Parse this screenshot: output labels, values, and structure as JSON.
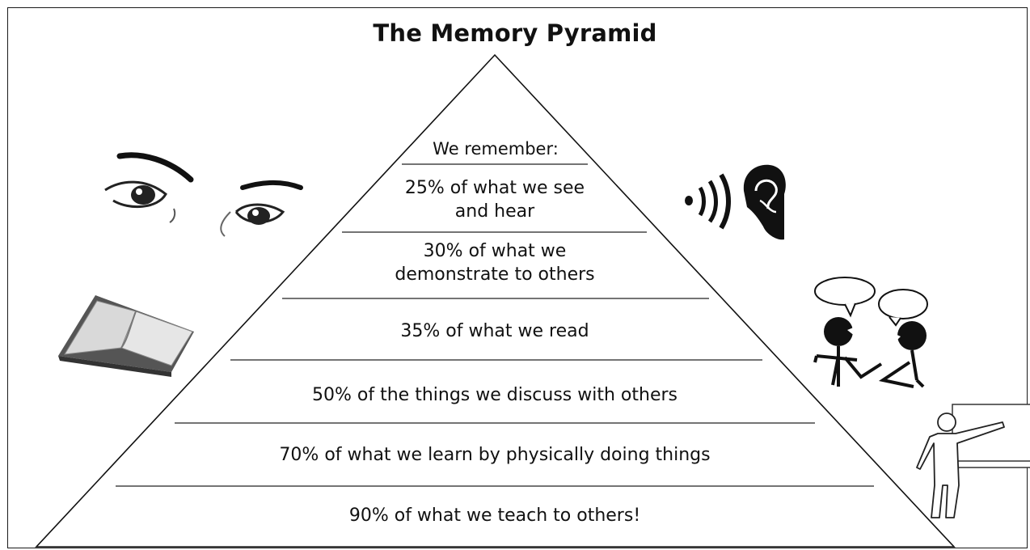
{
  "title": "The Memory Pyramid",
  "pyramid": {
    "header": "We remember:",
    "tiers": [
      {
        "line1": "25% of what we see",
        "line2": "and hear"
      },
      {
        "line1": "30% of what we",
        "line2": "demonstrate to others"
      },
      {
        "line1": "35% of what we read"
      },
      {
        "line1": "50% of the things we discuss with others"
      },
      {
        "line1": "70% of what we learn by physically doing things"
      },
      {
        "line1": "90% of what we teach to others!"
      }
    ]
  },
  "illustrations": [
    "eyes-icon",
    "book-icon",
    "ear-sound-icon",
    "conversation-icon",
    "teacher-icon"
  ]
}
